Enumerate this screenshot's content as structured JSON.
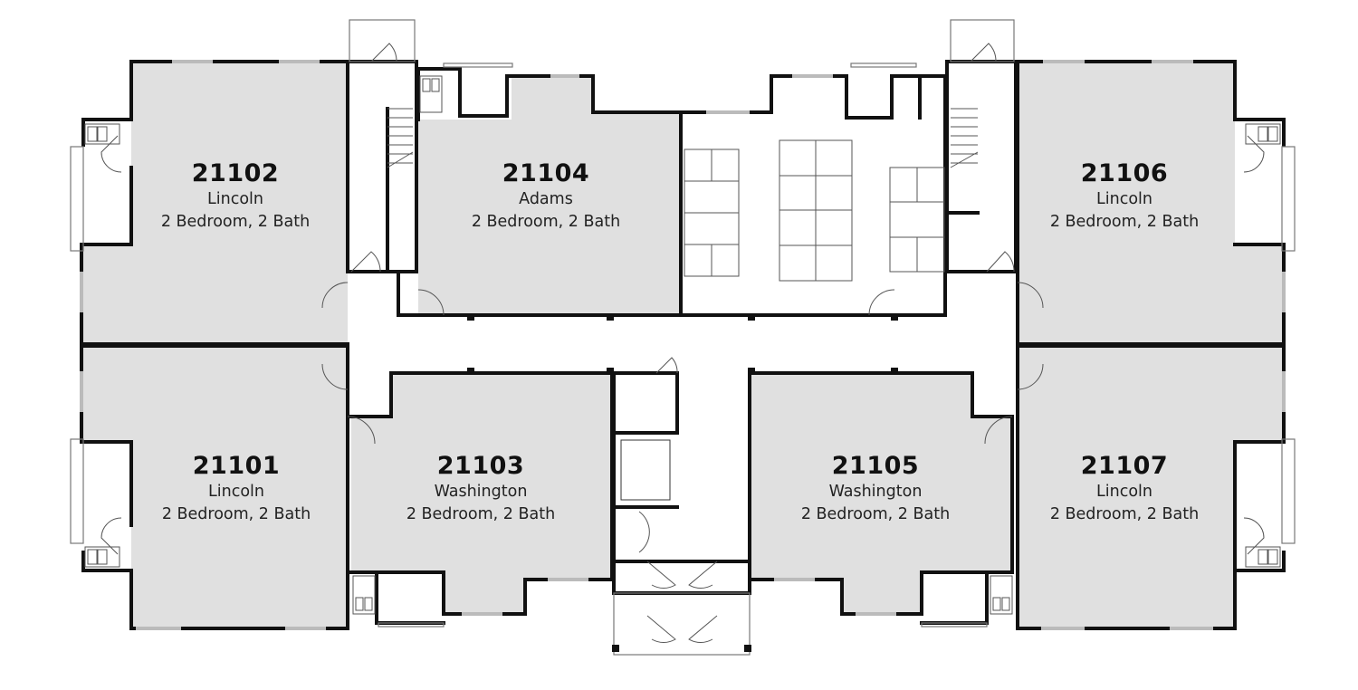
{
  "plan": {
    "fill_color": "#e0e0e0",
    "wall_color": "#111111",
    "units": [
      {
        "number": "21102",
        "model": "Lincoln",
        "layout": "2 Bedroom, 2 Bath"
      },
      {
        "number": "21104",
        "model": "Adams",
        "layout": "2 Bedroom, 2 Bath"
      },
      {
        "number": "21106",
        "model": "Lincoln",
        "layout": "2 Bedroom, 2 Bath"
      },
      {
        "number": "21101",
        "model": "Lincoln",
        "layout": "2 Bedroom, 2 Bath"
      },
      {
        "number": "21103",
        "model": "Washington",
        "layout": "2 Bedroom, 2 Bath"
      },
      {
        "number": "21105",
        "model": "Washington",
        "layout": "2 Bedroom, 2 Bath"
      },
      {
        "number": "21107",
        "model": "Lincoln",
        "layout": "2 Bedroom, 2 Bath"
      }
    ]
  }
}
